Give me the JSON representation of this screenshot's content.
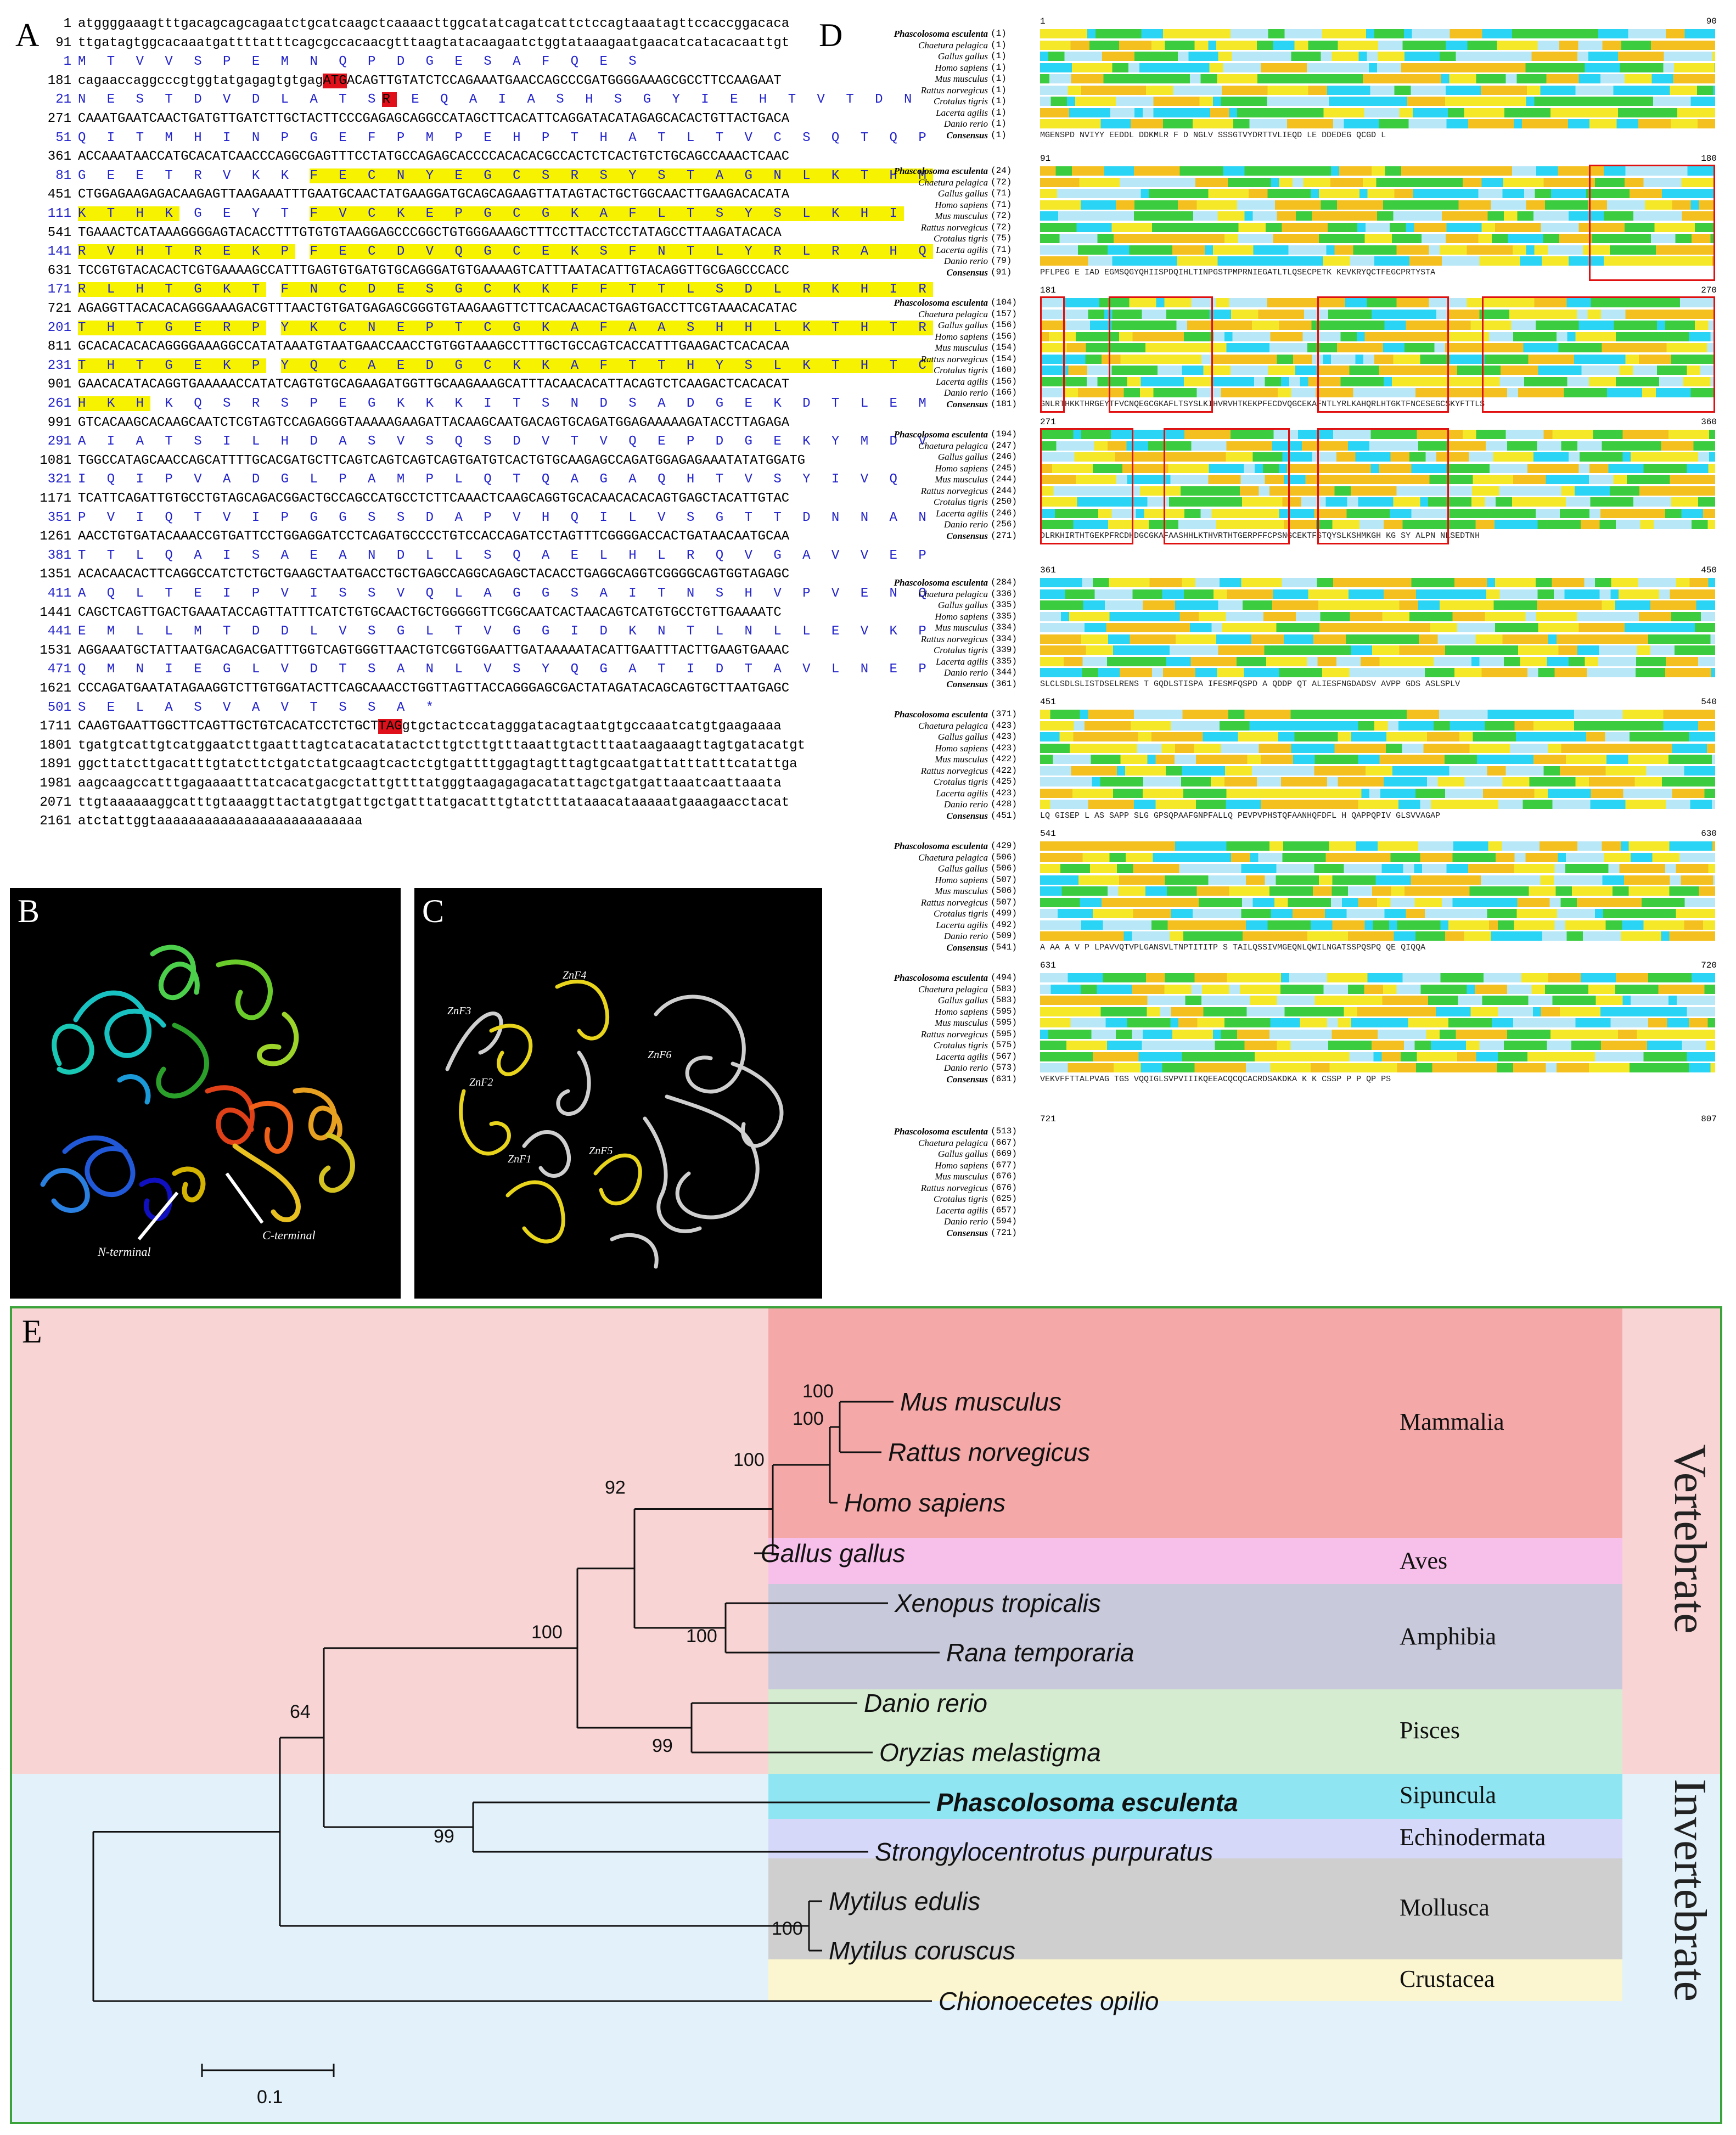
{
  "panel_letters": {
    "a": "A",
    "b": "B",
    "c": "C",
    "d": "D",
    "e": "E"
  },
  "panel_a": {
    "lines": [
      {
        "n": "1",
        "t": "nt",
        "s": "atggggaaagtttgacagcagcagaatctgcatcaagctcaaaacttggcatatcagatcattctccagtaaatagttccaccggacaca"
      },
      {
        "n": "91",
        "t": "nt",
        "s": "ttgatagtggcacaaatgattttatttcagcgccacaacgtttaagtatacaagaatctggtataaagaatgaacatcatacacaattgt"
      },
      {
        "n": "1",
        "t": "aa",
        "s": "M T V V S P E M N Q P D G E S A F Q E S"
      },
      {
        "n": "181",
        "t": "nt",
        "s": "cagaaccaggcccgtggtatgagagtgtgag",
        "red": "ATG",
        "rest": "ACAGTTGTATCTCCAGAAATGAACCAGCCCGATGGGGAAAGCGCCTTCCAAGAAT"
      },
      {
        "n": "21",
        "t": "aa",
        "s": "N E S T D V D L A T S",
        "red": "R",
        "rest": " E Q A I A S H S G Y I E H T V T D N"
      },
      {
        "n": "271",
        "t": "nt",
        "s": "CAAATGAATCAACTGATGTTGATCTTGCTACTTCCCGAGAGCAGGCCATAGCTTCACATTCAGGATACATAGAGCACACTGTTACTGACA"
      },
      {
        "n": "51",
        "t": "aa",
        "s": "Q I T M H I N P G E F P M P E H P T H A T L T V C S Q T Q P"
      },
      {
        "n": "361",
        "t": "nt",
        "s": "ACCAAATAACCATGCACATCAACCCAGGCGAGTTTCCTATGCCAGAGCACCCCACACACGCCACTCTCACTGTCTGCAGCCAAACTCAAC"
      },
      {
        "n": "81",
        "t": "aa",
        "s": "G E E T R V K K ",
        "hl": "F E C N Y E G C S R S Y S T A G N L K T H M"
      },
      {
        "n": "451",
        "t": "nt",
        "s": "CTGGAGAAGAGACAAGAGTTAAGAAATTTGAATGCAACTATGAAGGATGCAGCAGAAGTTATAGTACTGCTGGCAACTTGAAGACACATA"
      },
      {
        "n": "111",
        "t": "aa",
        "hl2": "K T H K",
        "s": " G E Y T ",
        "hl": "F V C K E P G C G K A F L T S Y S L K H I"
      },
      {
        "n": "541",
        "t": "nt",
        "s": "TGAAACTCATAAAGGGGAGTACACCTTTGTGTGTAAGGAGCCCGGCTGTGGGAAAGCTTTCCTTACCTCCTATAGCCTTAAGATACACA"
      },
      {
        "n": "141",
        "t": "aa",
        "hl2": "R V H T R E K P",
        "s": " ",
        "hl": "F E C D V Q G C E K S F N T L Y R L R A H Q"
      },
      {
        "n": "631",
        "t": "nt",
        "s": "TCCGTGTACACACTCGTGAAAAGCCATTTGAGTGTGATGTGCAGGGATGTGAAAAGTCATTTAATACATTGTACAGGTTGCGAGCCCACC"
      },
      {
        "n": "171",
        "aa_hl": true,
        "t": "aa",
        "hl2": "R L H T G K T",
        "s": " ",
        "hl": "F N C D E S G C K K F F T T L S D L R K H I R"
      },
      {
        "n": "721",
        "t": "nt",
        "s": "AGAGGTTACACACAGGGAAAGACGTTTAACTGTGATGAGAGCGGGTGTAAGAAGTTCTTCACAACACTGAGTGACCTTCGTAAACACATAC"
      },
      {
        "n": "201",
        "t": "aa",
        "hl2": "T H T G E R P",
        "s": " ",
        "hl": "Y K C N E P T C G K A F A A S H H L K T H T R"
      },
      {
        "n": "811",
        "t": "nt",
        "s": "GCACACACACAGGGGAAAGGCCATATAAATGTAATGAACCAACCTGTGGTAAAGCCTTTGCTGCCAGTCACCATTTGAAGACTCACACAA"
      },
      {
        "n": "231",
        "t": "aa",
        "hl2": "T H T G E K P",
        "s": " ",
        "hl": "Y Q C A E D G C K K A F T T H Y S L K T H T C"
      },
      {
        "n": "901",
        "t": "nt",
        "s": "GAACACATACAGGTGAAAAACCATATCAGTGTGCAGAAGATGGTTGCAAGAAAGCATTTACAACACATTACAGTCTCAAGACTCACACAT"
      },
      {
        "n": "261",
        "t": "aa",
        "hl": "H K H",
        "s": " K Q S R S P E G K K K I T S N D S A D G E K D T L E M"
      },
      {
        "n": "991",
        "t": "nt",
        "s": "GTCACAAGCACAAGCAATCTCGTAGTCCAGAGGGTAAAAAGAAGATTACAAGCAATGACAGTGCAGATGGAGAAAAAGATACCTTAGAGA"
      },
      {
        "n": "291",
        "t": "aa",
        "s": "A I A T S I L H D A S V S Q S D V T V Q E P D G E K Y M D V"
      },
      {
        "n": "1081",
        "t": "nt",
        "s": "TGGCCATAGCAACCAGCATTTTGCACGATGCTTCAGTCAGTCAGTCAGTGATGTCACTGTGCAAGAGCCAGATGGAGAGAAATATATGGATG"
      },
      {
        "n": "321",
        "t": "aa",
        "s": "I Q I P V A D G L P A M P L Q T Q A G A Q H T V S Y I V Q"
      },
      {
        "n": "1171",
        "t": "nt",
        "s": "TCATTCAGATTGTGCCTGTAGCAGACGGACTGCCAGCCATGCCTCTTCAAACTCAAGCAGGTGCACAACACACAGTGAGCTACATTGTAC"
      },
      {
        "n": "351",
        "t": "aa",
        "s": "P V I Q T V I P G G S S D A P V H Q I L V S G T T D N N A N"
      },
      {
        "n": "1261",
        "t": "nt",
        "s": "AACCTGTGATACAAACCGTGATTCCTGGAGGATCCTCAGATGCCCCTGTCCACCAGATCCTAGTTTCGGGGACCACTGATAACAATGCAA"
      },
      {
        "n": "381",
        "t": "aa",
        "s": "T T L Q A I S A E A N D L L S Q A E L H L R Q V G A V V E P"
      },
      {
        "n": "1351",
        "t": "nt",
        "s": "ACACAACACTTCAGGCCATCTCTGCTGAAGCTAATGACCTGCTGAGCCAGGCAGAGCTACACCTGAGGCAGGTCGGGGCAGTGGTAGAGC"
      },
      {
        "n": "411",
        "t": "aa",
        "s": "A Q L T E I P V I S S V Q L A G G S A I T N S H V P V E N Q"
      },
      {
        "n": "1441",
        "t": "nt",
        "s": "CAGCTCAGTTGACTGAAATACCAGTTATTTCATCTGTGCAACTGCTGGGGGTTCGGCAATCACTAACAGTCATGTGCCTGTTGAAAATC"
      },
      {
        "n": "441",
        "t": "aa",
        "s": "E M L L M T D D L V S G L T V G G I D K N T L N L L E V K P"
      },
      {
        "n": "1531",
        "t": "nt",
        "s": "AGGAAATGCTATTAATGACAGACGATTTGGTCAGTGGGTTAACTGTCGGTGGAATTGATAAAAATACATTGAATTTACTTGAAGTGAAAC"
      },
      {
        "n": "471",
        "t": "aa",
        "s": "Q M N I E G L V D T S A N L V S Y Q G A T I D T A V L N E P"
      },
      {
        "n": "1621",
        "t": "nt",
        "s": "CCCAGATGAATATAGAAGGTCTTGTGGATACTTCAGCAAACCTGGTTAGTTACCAGGGAGCGACTATAGATACAGCAGTGCTTAATGAGC"
      },
      {
        "n": "501",
        "t": "aa",
        "s": "S E L A S V A V T S S A *"
      },
      {
        "n": "1711",
        "t": "nt",
        "s": "CAAGTGAATTGGCTTCAGTTGCTGTCACATCCTCTGCT",
        "red": "TAG",
        "rest": "gtgctactccatagggatacagtaatgtgccaaatcatgtgaagaaaa"
      },
      {
        "n": "1801",
        "t": "nt",
        "s": "tgatgtcattgtcatggaatcttgaatttagtcatacatatactcttgtcttgtttaaattgtactttaataagaaagttagtgatacatgt"
      },
      {
        "n": "1891",
        "t": "nt",
        "s": "ggcttatcttgacatttgtatcttctgatctatgcaagtcactctgtgattttggagtagtttagtgcaatgattatttatttcatattga"
      },
      {
        "n": "1981",
        "t": "nt",
        "s": "aagcaagccatttgagaaaatttatcacatgacgctattgttttatgggtaagagagacatattagctgatgattaaatcaattaaata"
      },
      {
        "n": "2071",
        "t": "nt",
        "s": "ttgtaaaaaaggcatttgtaaaggttactatgtgattgctgatttatgacatttgtatctttataaacataaaaatgaaagaacctacat"
      },
      {
        "n": "2161",
        "t": "nt",
        "s": "atctattggtaaaaaaaaaaaaaaaaaaaaaaaaaa"
      }
    ]
  },
  "panel_b": {
    "n_label": "N-terminal",
    "c_label": "C-terminal"
  },
  "panel_c": {
    "labels": [
      "ZnF3",
      "ZnF4",
      "ZnF2",
      "ZnF6",
      "ZnF1",
      "ZnF5"
    ]
  },
  "panel_d": {
    "species": [
      "Phascolosoma esculenta",
      "Chaetura pelagica",
      "Gallus gallus",
      "Homo sapiens",
      "Mus musculus",
      "Rattus norvegicus",
      "Crotalus tigris",
      "Lacerta agilis",
      "Danio rerio",
      "Consensus"
    ],
    "blocks": [
      {
        "ruler_start": "1",
        "ruler_end": "90",
        "nums": [
          "(1)",
          "(1)",
          "(1)",
          "(1)",
          "(1)",
          "(1)",
          "(1)",
          "(1)",
          "(1)",
          "(1)"
        ],
        "cons": "MGENSPD NVIYY   EEDDL  DDKMLR     F D NGLV     SSSGTVYDRTTVLIEQD     LE      DDEDEG     QCGD L"
      },
      {
        "ruler_start": "91",
        "ruler_end": "180",
        "nums": [
          "(24)",
          "(72)",
          "(71)",
          "(71)",
          "(72)",
          "(72)",
          "(75)",
          "(71)",
          "(79)",
          "(91)"
        ],
        "cons": "PFLPEG E        IAD EGMSQGYQHIISPDQIHLTINPGSTPMPRNIEGATLTLQSECPETK KEVKRYQCTFEGCPRTYSTA"
      },
      {
        "ruler_start": "181",
        "ruler_end": "270",
        "nums": [
          "(104)",
          "(157)",
          "(156)",
          "(156)",
          "(154)",
          "(154)",
          "(160)",
          "(156)",
          "(166)",
          "(181)"
        ],
        "cons": "GNLRTHKKTHRGEYTFVCNQEGCGKAFLTSYSLKIHVRVHTKEKPFECDVQGCEKAFNTLYRLKAHQRLHTGKTFNCESEGCSKYFTTLS"
      },
      {
        "ruler_start": "271",
        "ruler_end": "360",
        "nums": [
          "(194)",
          "(247)",
          "(246)",
          "(245)",
          "(244)",
          "(244)",
          "(250)",
          "(246)",
          "(256)",
          "(271)"
        ],
        "cons": "DLRKHIRTHTGEKPFRCDHDGCGKAFAASHHLKTHVRTHTGERPFFCPSNGCEKTFSTQYSLKSHMKGH  KG SY ALPN NLSEDTNH"
      },
      {
        "ruler_start": "361",
        "ruler_end": "450",
        "nums": [
          "(284)",
          "(336)",
          "(335)",
          "(335)",
          "(334)",
          "(334)",
          "(339)",
          "(335)",
          "(344)",
          "(361)"
        ],
        "cons": "SLCLSDLSLISTDSELRENS T GQDLSTISPA IFESMFQSPD  A QDDP QT ALIESFNGDADSV AVPP  GDS ASLSPLV"
      },
      {
        "ruler_start": "451",
        "ruler_end": "540",
        "nums": [
          "(371)",
          "(423)",
          "(423)",
          "(423)",
          "(422)",
          "(422)",
          "(425)",
          "(423)",
          "(428)",
          "(451)"
        ],
        "cons": "LQ GISEP   L AS  SAPP           SLG GPSQPAAFGNPFALLQ PEVPVPHSTQFAANHQFDFL H QAPPQPIV GLSVVAGAP"
      },
      {
        "ruler_start": "541",
        "ruler_end": "630",
        "nums": [
          "(429)",
          "(506)",
          "(506)",
          "(507)",
          "(506)",
          "(507)",
          "(499)",
          "(492)",
          "(509)",
          "(541)"
        ],
        "cons": "A AA A  V     P         LPAVVQTVPLGANSVLTNPTITITP S TAILQSSIVMGEQNLQWILNGATSSPQSPQ QE QIQQA"
      },
      {
        "ruler_start": "631",
        "ruler_end": "720",
        "nums": [
          "(494)",
          "(583)",
          "(583)",
          "(595)",
          "(595)",
          "(595)",
          "(575)",
          "(567)",
          "(573)",
          "(631)"
        ],
        "cons": "VEKVFFTTALPVAG TGS VQQIGLSVPVIIIKQEEACQCQCACRDSAKDKA  K K CSSP        P P  QP     PS"
      },
      {
        "ruler_start": "721",
        "ruler_end": "807",
        "nums": [
          "(513)",
          "(667)",
          "(669)",
          "(677)",
          "(676)",
          "(676)",
          "(625)",
          "(657)",
          "(594)",
          "(721)"
        ],
        "cons": ""
      }
    ]
  },
  "panel_e": {
    "leaves": [
      "Mus musculus",
      "Rattus norvegicus",
      "Homo sapiens",
      "Gallus gallus",
      "Xenopus tropicalis",
      "Rana temporaria",
      "Danio rerio",
      "Oryzias melastigma",
      "Phascolosoma esculenta",
      "Strongylocentrotus purpuratus",
      "Mytilus edulis",
      "Mytilus coruscus",
      "Chionoecetes opilio"
    ],
    "groups": [
      "Mammalia",
      "Aves",
      "Amphibia",
      "Pisces",
      "Sipuncula",
      "Echinodermata",
      "Mollusca",
      "Crustacea"
    ],
    "clades": {
      "top": "Vertebrate",
      "bottom": "Invertebrate"
    },
    "bootstrap": [
      "100",
      "100",
      "100",
      "92",
      "100",
      "100",
      "99",
      "64",
      "99",
      "100"
    ],
    "scale": "0.1",
    "colors": {
      "vertebrate_bg": "#f9d4d4",
      "invertebrate_bg": "#e2f1fa",
      "mammalia": "#f4a8a8",
      "aves": "#f7c0ea",
      "amphibia": "#c9c9dc",
      "pisces": "#d6ecd0",
      "sipuncula": "#8fe6f2",
      "echinodermata": "#d5d8f8",
      "mollusca": "#cfcfcf",
      "crustacea": "#fbf6cf",
      "border": "#3aa33a"
    }
  }
}
